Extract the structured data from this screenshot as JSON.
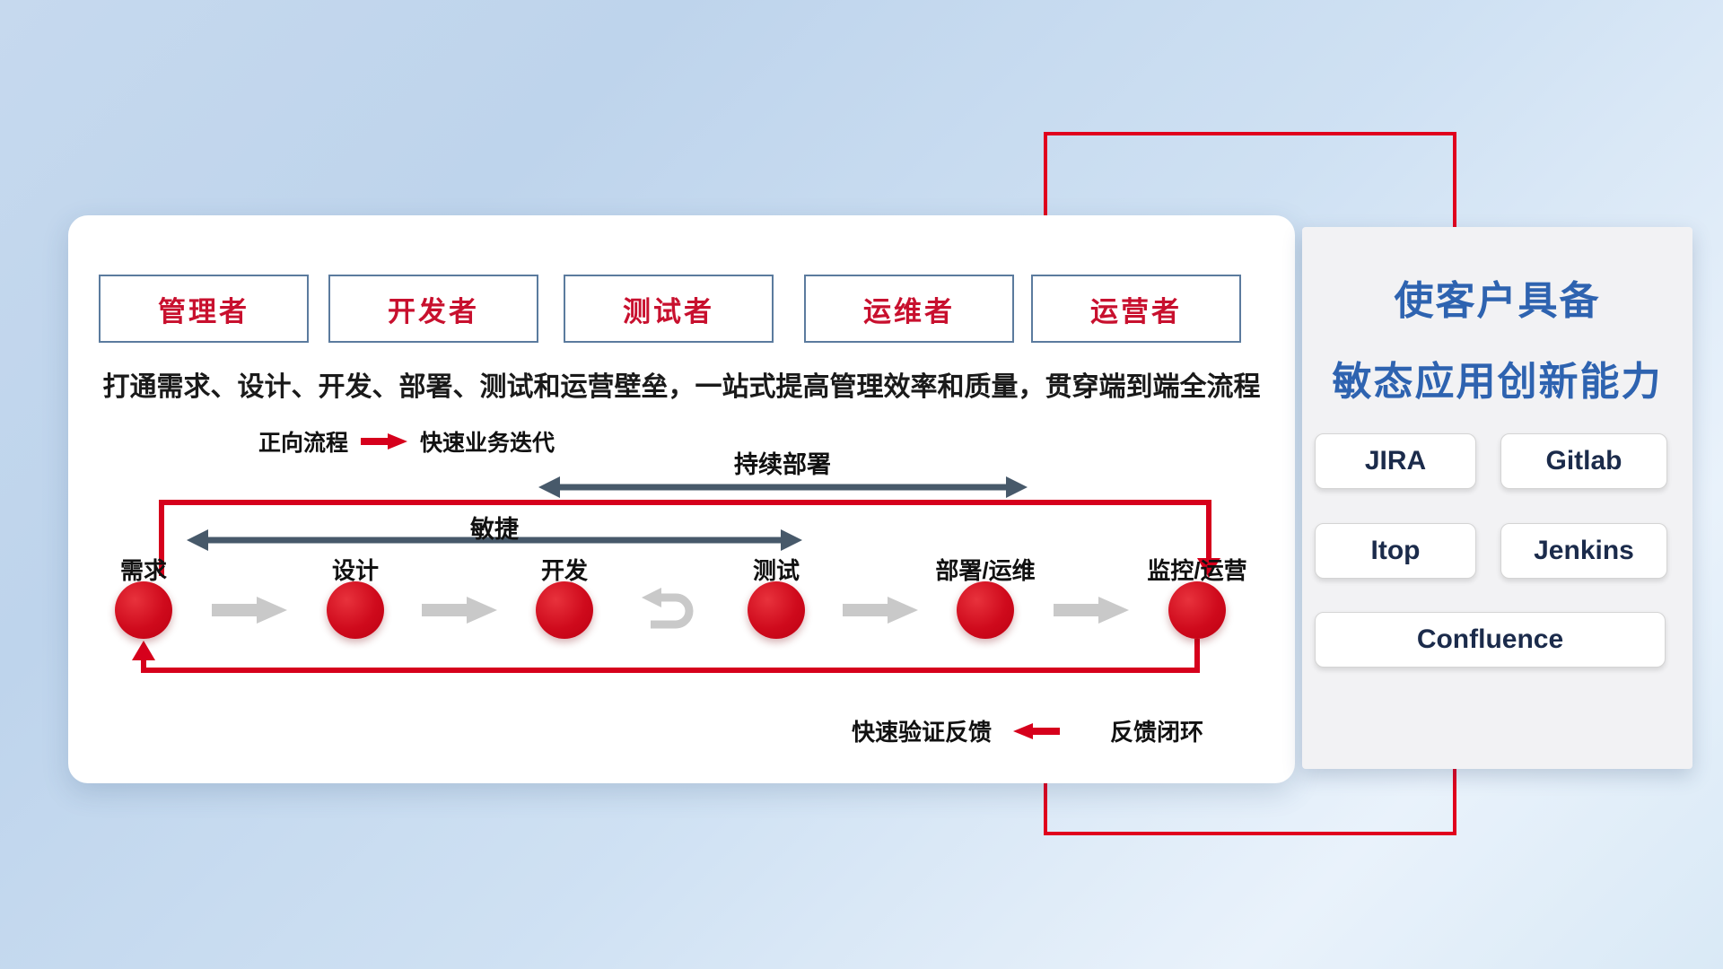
{
  "colors": {
    "accent_red": "#d6001c",
    "frame_red": "#e0001d",
    "role_text_red": "#c8102e",
    "role_border_blue": "#5b7b9e",
    "title_blue": "#2e63b0",
    "tool_text_navy": "#1b2b4b",
    "range_arrow_dark": "#47596a",
    "flow_arrow_gray": "#c9c9c9"
  },
  "roles": [
    "管理者",
    "开发者",
    "测试者",
    "运维者",
    "运营者"
  ],
  "description": "打通需求、设计、开发、部署、测试和运营壁垒，一站式提高管理效率和质量，贯穿端到端全流程",
  "forward_legend": {
    "label": "正向流程",
    "value": "快速业务迭代"
  },
  "range_arrows": {
    "agile": "敏捷",
    "continuous_deploy": "持续部署"
  },
  "stages": [
    "需求",
    "设计",
    "开发",
    "测试",
    "部署/运维",
    "监控/运营"
  ],
  "feedback_legend": {
    "label": "快速验证反馈",
    "value": "反馈闭环"
  },
  "right_panel": {
    "title_line1": "使客户具备",
    "title_line2": "敏态应用创新能力",
    "tools": [
      "JIRA",
      "Gitlab",
      "Itop",
      "Jenkins",
      "Confluence"
    ]
  }
}
